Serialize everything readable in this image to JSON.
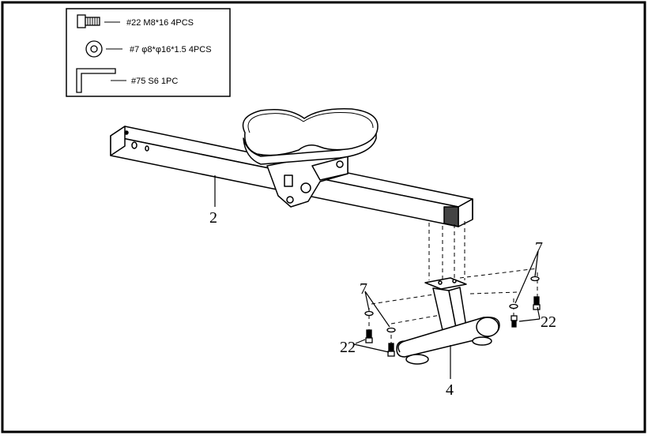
{
  "parts_list": [
    {
      "icon": "bolt-icon",
      "label": "#22  M8*16  4PCS"
    },
    {
      "icon": "washer-icon",
      "label": "#7  φ8*φ16*1.5  4PCS"
    },
    {
      "icon": "allen-key-icon",
      "label": "#75  S6 1PC"
    }
  ],
  "callouts": {
    "rail": "2",
    "stabilizer": "4",
    "washer_left": "7",
    "washer_right": "7",
    "bolt_left": "22",
    "bolt_right": "22"
  }
}
